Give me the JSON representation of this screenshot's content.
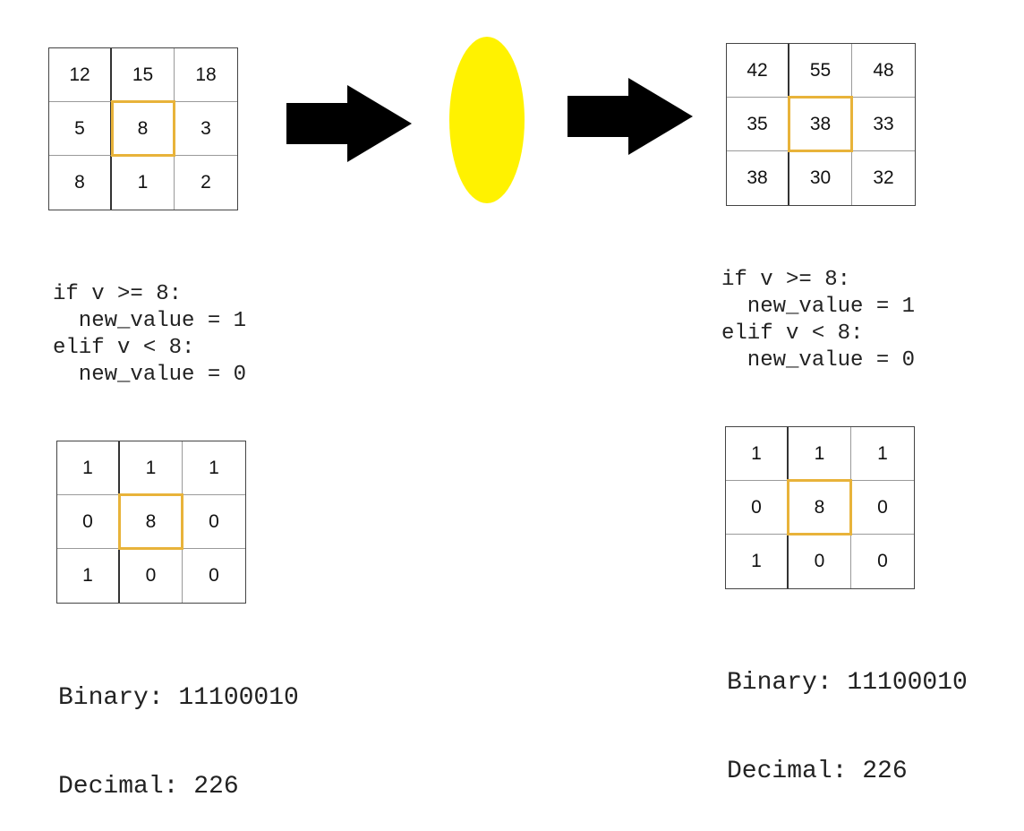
{
  "grids": {
    "input": [
      [
        "12",
        "15",
        "18"
      ],
      [
        "5",
        "8",
        "3"
      ],
      [
        "8",
        "1",
        "2"
      ]
    ],
    "output": [
      [
        "42",
        "55",
        "48"
      ],
      [
        "35",
        "38",
        "33"
      ],
      [
        "38",
        "30",
        "32"
      ]
    ],
    "binary_left": [
      [
        "1",
        "1",
        "1"
      ],
      [
        "0",
        "8",
        "0"
      ],
      [
        "1",
        "0",
        "0"
      ]
    ],
    "binary_right": [
      [
        "1",
        "1",
        "1"
      ],
      [
        "0",
        "8",
        "0"
      ],
      [
        "1",
        "0",
        "0"
      ]
    ]
  },
  "code_left": "if v >= 8:\n  new_value = 1\nelif v < 8:\n  new_value = 0",
  "code_right": "if v >= 8:\n  new_value = 1\nelif v < 8:\n  new_value = 0",
  "result_left": {
    "binary": "Binary: 11100010",
    "decimal": "Decimal: 226"
  },
  "result_right": {
    "binary": "Binary: 11100010",
    "decimal": "Decimal: 226"
  },
  "colors": {
    "highlight": "#e8b33a",
    "ellipse": "#fff200",
    "arrow": "#000000"
  }
}
